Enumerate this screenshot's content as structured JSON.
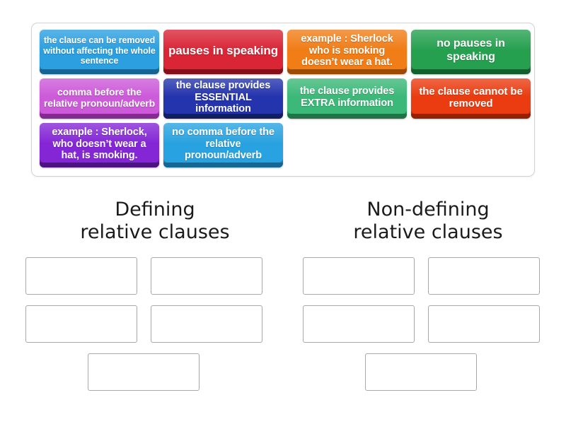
{
  "activity": {
    "type": "group-sort",
    "tile_count": 10,
    "group_count": 2
  },
  "tray": {
    "name": "tile-tray",
    "tiles": [
      {
        "id": "tile-1",
        "text": "the clause can be removed without affecting the whole sentence",
        "color": "#2b9fe0",
        "bevel": "#1c7db8",
        "font_size": 12.5,
        "row": 1,
        "col": 1
      },
      {
        "id": "tile-2",
        "text": "pauses in speaking",
        "color": "#d92536",
        "bevel": "#a9151f",
        "font_size": 17,
        "row": 1,
        "col": 2
      },
      {
        "id": "tile-3",
        "text": "example : Sherlock who is smoking doesn’t wear a hat.",
        "color": "#f07d16",
        "bevel": "#c45d05",
        "font_size": 14.5,
        "row": 1,
        "col": 3
      },
      {
        "id": "tile-4",
        "text": "no pauses in speaking",
        "color": "#25a04f",
        "bevel": "#16793a",
        "font_size": 16,
        "row": 1,
        "col": 4
      },
      {
        "id": "tile-5",
        "text": "comma before the relative pronoun/adverb",
        "color": "#cc5ad9",
        "bevel": "#a635b5",
        "font_size": 14,
        "row": 2,
        "col": 1
      },
      {
        "id": "tile-6",
        "text": "the clause provides ESSENTIAL information",
        "color": "#2434ad",
        "bevel": "#182678",
        "font_size": 14.5,
        "row": 2,
        "col": 2
      },
      {
        "id": "tile-7",
        "text": "the clause provides EXTRA information",
        "color": "#3cb878",
        "bevel": "#2a9058",
        "font_size": 14.5,
        "row": 2,
        "col": 3
      },
      {
        "id": "tile-8",
        "text": "the clause cannot be removed",
        "color": "#ea3c10",
        "bevel": "#b82a06",
        "font_size": 15,
        "row": 2,
        "col": 4
      },
      {
        "id": "tile-9",
        "text": "example : Sherlock, who doesn’t wear a hat, is smoking.",
        "color": "#8426d6",
        "bevel": "#6118a5",
        "font_size": 14.5,
        "row": 3,
        "col": 1
      },
      {
        "id": "tile-10",
        "text": "no comma before the relative pronoun/adverb",
        "color": "#28a2e0",
        "bevel": "#1a80b8",
        "font_size": 14.5,
        "row": 3,
        "col": 2
      }
    ]
  },
  "groups": [
    {
      "id": "group-defining",
      "heading": "Defining\nrelative clauses",
      "slots": [
        "slot-d1",
        "slot-d2",
        "slot-d3",
        "slot-d4",
        "slot-d5"
      ],
      "slot_labels": [
        "",
        "",
        "",
        "",
        ""
      ]
    },
    {
      "id": "group-non-defining",
      "heading": "Non-defining\nrelative clauses",
      "slots": [
        "slot-n1",
        "slot-n2",
        "slot-n3",
        "slot-n4",
        "slot-n5"
      ],
      "slot_labels": [
        "",
        "",
        "",
        "",
        ""
      ]
    }
  ],
  "colors": {
    "page_background": "#ffffff",
    "tray_border": "#d2d2d2",
    "dropzone_border": "#a8a8a8",
    "heading_text": "#1a1a1a",
    "tile_text": "#ffffff"
  }
}
